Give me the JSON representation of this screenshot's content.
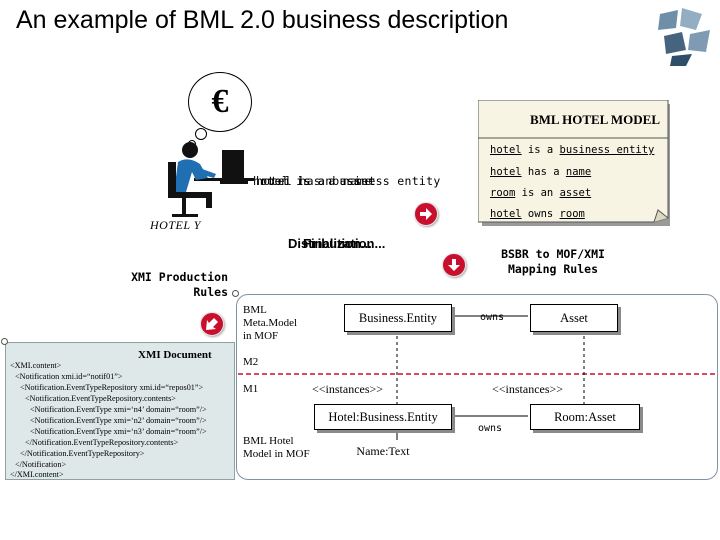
{
  "title": "An example of BML 2.0 business description",
  "scene": {
    "currency_symbol": "€",
    "hotel_label": "HOTEL Y",
    "overlap_texts": [
      "hotel is an asset",
      "hotel has a name",
      "room is a business entity"
    ],
    "distribution_texts": [
      "Distribution...",
      "Finalization..."
    ]
  },
  "note": {
    "title": "BML HOTEL MODEL",
    "lines": [
      {
        "a": "hotel",
        "b": " is a ",
        "c": "business entity"
      },
      {
        "a": "hotel",
        "b": " has a ",
        "c": "name"
      },
      {
        "a": "room",
        "b": " is an ",
        "c": "asset"
      },
      {
        "a": "hotel",
        "b": " owns ",
        "c": "room"
      }
    ]
  },
  "bsbr": {
    "line1": "BSBR to MOF/XMI",
    "line2": "Mapping Rules"
  },
  "xmi_production": {
    "line1": "XMI Production",
    "line2": "Rules"
  },
  "xml_document": {
    "title": "XMI Document",
    "lines": [
      "<XMI.content>",
      "<Notification xmi.id=“notif01”>",
      "<Notification.EventTypeRepository xmi.id=“repos01”>",
      "<Notification.EventTypeRepository.contents>",
      "<Notification.EventType xmi=‘n4’ domain=“room”/>",
      "<Notification.EventType xmi=‘n2’ domain=“room”/>",
      "<Notification.EventType xmi=‘n3’ domain=“room”/>",
      "</Notification.EventTypeRepository.contents>",
      "</Notification.EventTypeRepository>",
      "</Notification>",
      "</XMI.content>"
    ]
  },
  "model": {
    "metamodel_label": [
      "BML",
      "Meta.Model",
      "in MOF"
    ],
    "m2": "M2",
    "m1": "M1",
    "hotel_model_label": [
      "BML Hotel",
      "Model in MOF"
    ],
    "business_entity": "Business.Entity",
    "asset": "Asset",
    "owns_top": "owns",
    "owns_bottom": "owns",
    "instances_left": "<<instances>>",
    "instances_right": "<<instances>>",
    "hotel_instance": "Hotel:Business.Entity",
    "room_instance": "Room:Asset",
    "name_attr": "Name:Text"
  },
  "colors": {
    "accent_red": "#c8102e",
    "note_fill": "#f7f4e4",
    "xml_fill": "#dfe8e8",
    "area_border": "#7f93a6"
  }
}
